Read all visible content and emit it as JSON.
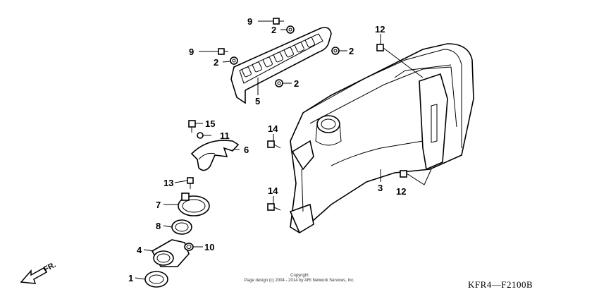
{
  "callouts": [
    "1",
    "2",
    "3",
    "4",
    "5",
    "6",
    "7",
    "8",
    "9",
    "10",
    "11",
    "12",
    "13",
    "14",
    "15"
  ],
  "direction_label": "FR.",
  "copyright_line1": "Copyright",
  "copyright_line2": "Page design (c) 2004 - 2014 by ARI Network Services, Inc.",
  "diagram_code": "KFR4—F2100B"
}
